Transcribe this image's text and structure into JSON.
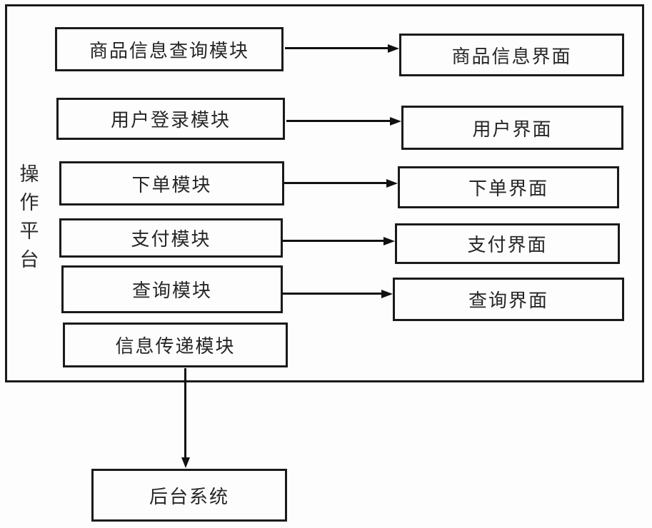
{
  "diagram": {
    "title_note": "操作平台模块结构图",
    "colors": {
      "line": "#1a1a1a",
      "background": "#fdfdfd",
      "text": "#262626"
    },
    "platform": {
      "label": "操作平台",
      "chars": [
        "操",
        "作",
        "平",
        "台"
      ]
    },
    "modules": [
      {
        "label": "商品信息查询模块"
      },
      {
        "label": "用户登录模块"
      },
      {
        "label": "下单模块"
      },
      {
        "label": "支付模块"
      },
      {
        "label": "查询模块"
      },
      {
        "label": "信息传递模块"
      }
    ],
    "interfaces": [
      {
        "label": "商品信息界面"
      },
      {
        "label": "用户界面"
      },
      {
        "label": "下单界面"
      },
      {
        "label": "支付界面"
      },
      {
        "label": "查询界面"
      }
    ],
    "backend": {
      "label": "后台系统"
    },
    "connections": [
      {
        "from": "商品信息查询模块",
        "to": "商品信息界面"
      },
      {
        "from": "用户登录模块",
        "to": "用户界面"
      },
      {
        "from": "下单模块",
        "to": "下单界面"
      },
      {
        "from": "支付模块",
        "to": "支付界面"
      },
      {
        "from": "查询模块",
        "to": "查询界面"
      },
      {
        "from": "信息传递模块",
        "to": "后台系统"
      }
    ]
  }
}
